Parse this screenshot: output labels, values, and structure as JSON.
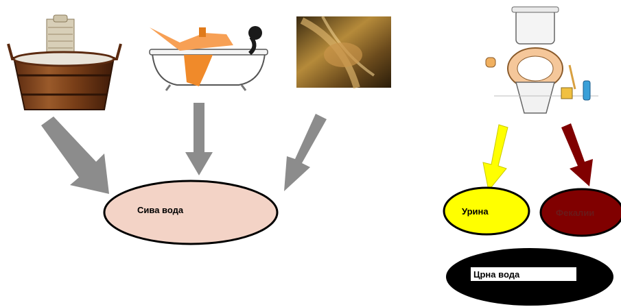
{
  "grey_water": {
    "label": "Сива вода",
    "fill": "#f3d3c6",
    "arrow_color": "#8c8c8c",
    "sources": [
      {
        "name": "washtub",
        "icon": "washtub-icon"
      },
      {
        "name": "bathtub",
        "icon": "bathtub-icon"
      },
      {
        "name": "shower",
        "icon": "shower-icon"
      }
    ]
  },
  "toilet": {
    "icon": "toilet-icon"
  },
  "urine": {
    "label": "Урина",
    "fill": "#ffff00",
    "arrow_color": "#ffff00"
  },
  "feces": {
    "label": "Фекалии",
    "fill": "#800000",
    "arrow_color": "#800000"
  },
  "black_water": {
    "label": "Црна вода",
    "fill": "#000000"
  }
}
